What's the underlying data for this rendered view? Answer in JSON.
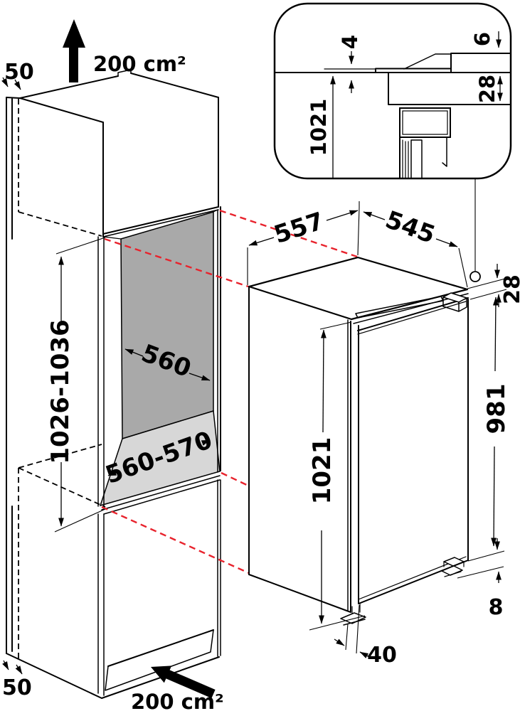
{
  "diagram": {
    "title": "built-in-appliance-installation-dimensions",
    "top": {
      "clearance": "50",
      "vent_area": "200 cm²"
    },
    "bottom": {
      "clearance": "50",
      "vent_area": "200 cm²"
    },
    "niche": {
      "width": "560",
      "height": "1026-1036",
      "depth": "560-570"
    },
    "appliance": {
      "width": "557",
      "depth": "545",
      "height": "1021",
      "door_height": "981",
      "top_gap": "28",
      "plinth_height": "8",
      "foot_inset": "40"
    },
    "detail": {
      "gap_top": "4",
      "worktop_overhang": "6",
      "hinge_offset": "28",
      "appliance_height": "1021"
    },
    "colors": {
      "line": "#000000",
      "red_dashed": "#e8232d",
      "niche_back": "#a9a9a9",
      "niche_floor": "#d7d7d7",
      "background": "#ffffff"
    }
  }
}
